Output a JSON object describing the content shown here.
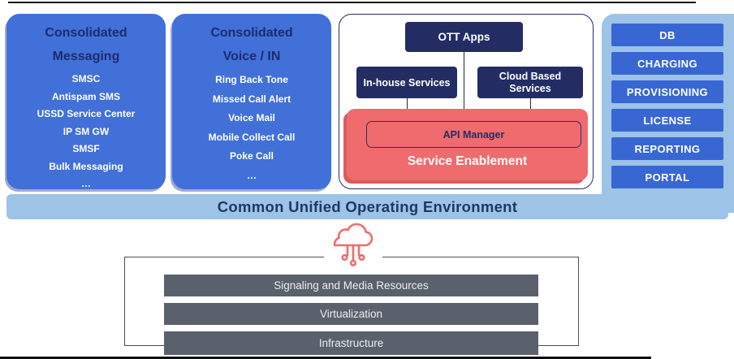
{
  "left_boxes": [
    {
      "title_lines": [
        "Consolidated",
        "Messaging"
      ],
      "items": [
        "SMSC",
        "Antispam SMS",
        "USSD Service Center",
        "IP SM GW",
        "SMSF",
        "Bulk Messaging",
        "…"
      ]
    },
    {
      "title_lines": [
        "Consolidated",
        "Voice / IN"
      ],
      "items": [
        "Ring Back Tone",
        "Missed Call Alert",
        "Voice Mail",
        "Mobile Collect Call",
        "Poke Call",
        "…"
      ]
    }
  ],
  "middle": {
    "ott_apps": "OTT Apps",
    "inhouse": "In-house Services",
    "cloud_based": "Cloud Based Services",
    "api_manager": "API Manager",
    "service_enablement": "Service Enablement"
  },
  "right_column": {
    "items": [
      "DB",
      "CHARGING",
      "PROVISIONING",
      "LICENSE",
      "REPORTING",
      "PORTAL"
    ]
  },
  "banner": {
    "label": "Common Unified Operating Environment"
  },
  "bottom": {
    "cloud_icon": "cloud-network-icon",
    "bars": [
      "Signaling and Media Resources",
      "Virtualization",
      "Infrastructure"
    ]
  },
  "colors": {
    "panel_blue": "#4170d9",
    "right_item_blue": "#3867d4",
    "light_blue": "#9dc3e6",
    "navy": "#232d64",
    "coral": "#f06b6d",
    "coral_shadow": "#d95b5e",
    "slate_gray": "#5a616c"
  }
}
